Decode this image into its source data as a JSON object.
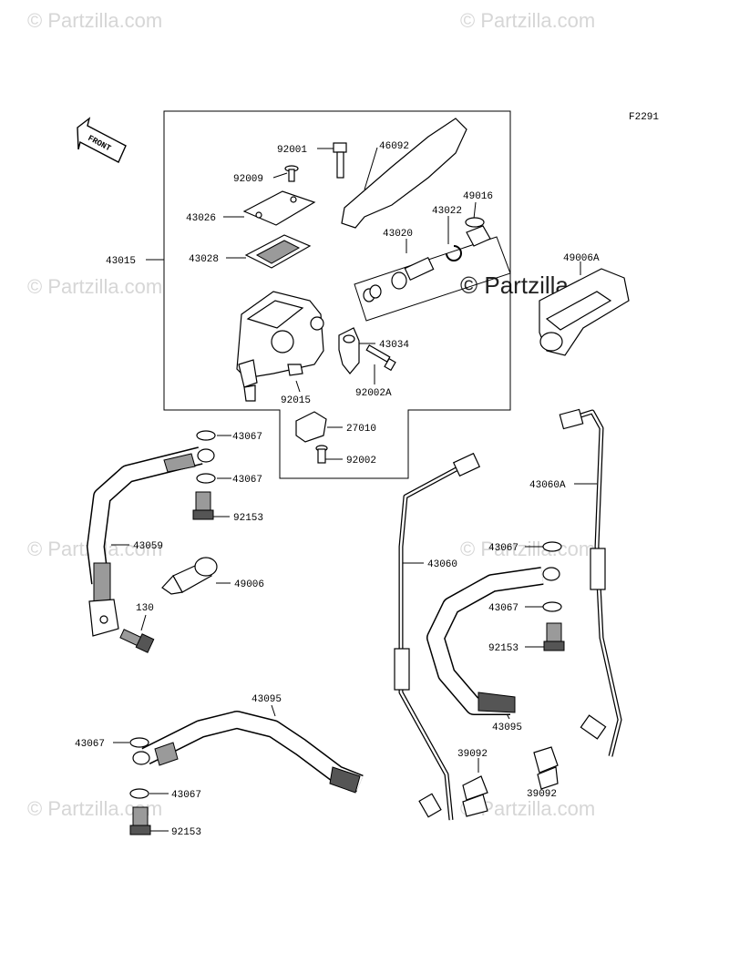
{
  "figure_code": "F2291",
  "front_label": "FRONT",
  "watermark_text": "© Partzilla.com",
  "parts": {
    "p92001": "92001",
    "p46092": "46092",
    "p92009": "92009",
    "p49016": "49016",
    "p43022": "43022",
    "p43026": "43026",
    "p43020": "43020",
    "p43015": "43015",
    "p43028": "43028",
    "p49006A": "49006A",
    "p43034": "43034",
    "p92015": "92015",
    "p92002A": "92002A",
    "p43067_a": "43067",
    "p27010": "27010",
    "p43067_b": "43067",
    "p92002": "92002",
    "p92153_a": "92153",
    "p43060A": "43060A",
    "p43059": "43059",
    "p43067_c": "43067",
    "p43060": "43060",
    "p49006": "49006",
    "p130": "130",
    "p43067_d": "43067",
    "p92153_b": "92153",
    "p43095_a": "43095",
    "p43095_b": "43095",
    "p43067_e": "43067",
    "p39092_a": "39092",
    "p39092_b": "39092",
    "p43067_f": "43067",
    "p92153_c": "92153"
  }
}
